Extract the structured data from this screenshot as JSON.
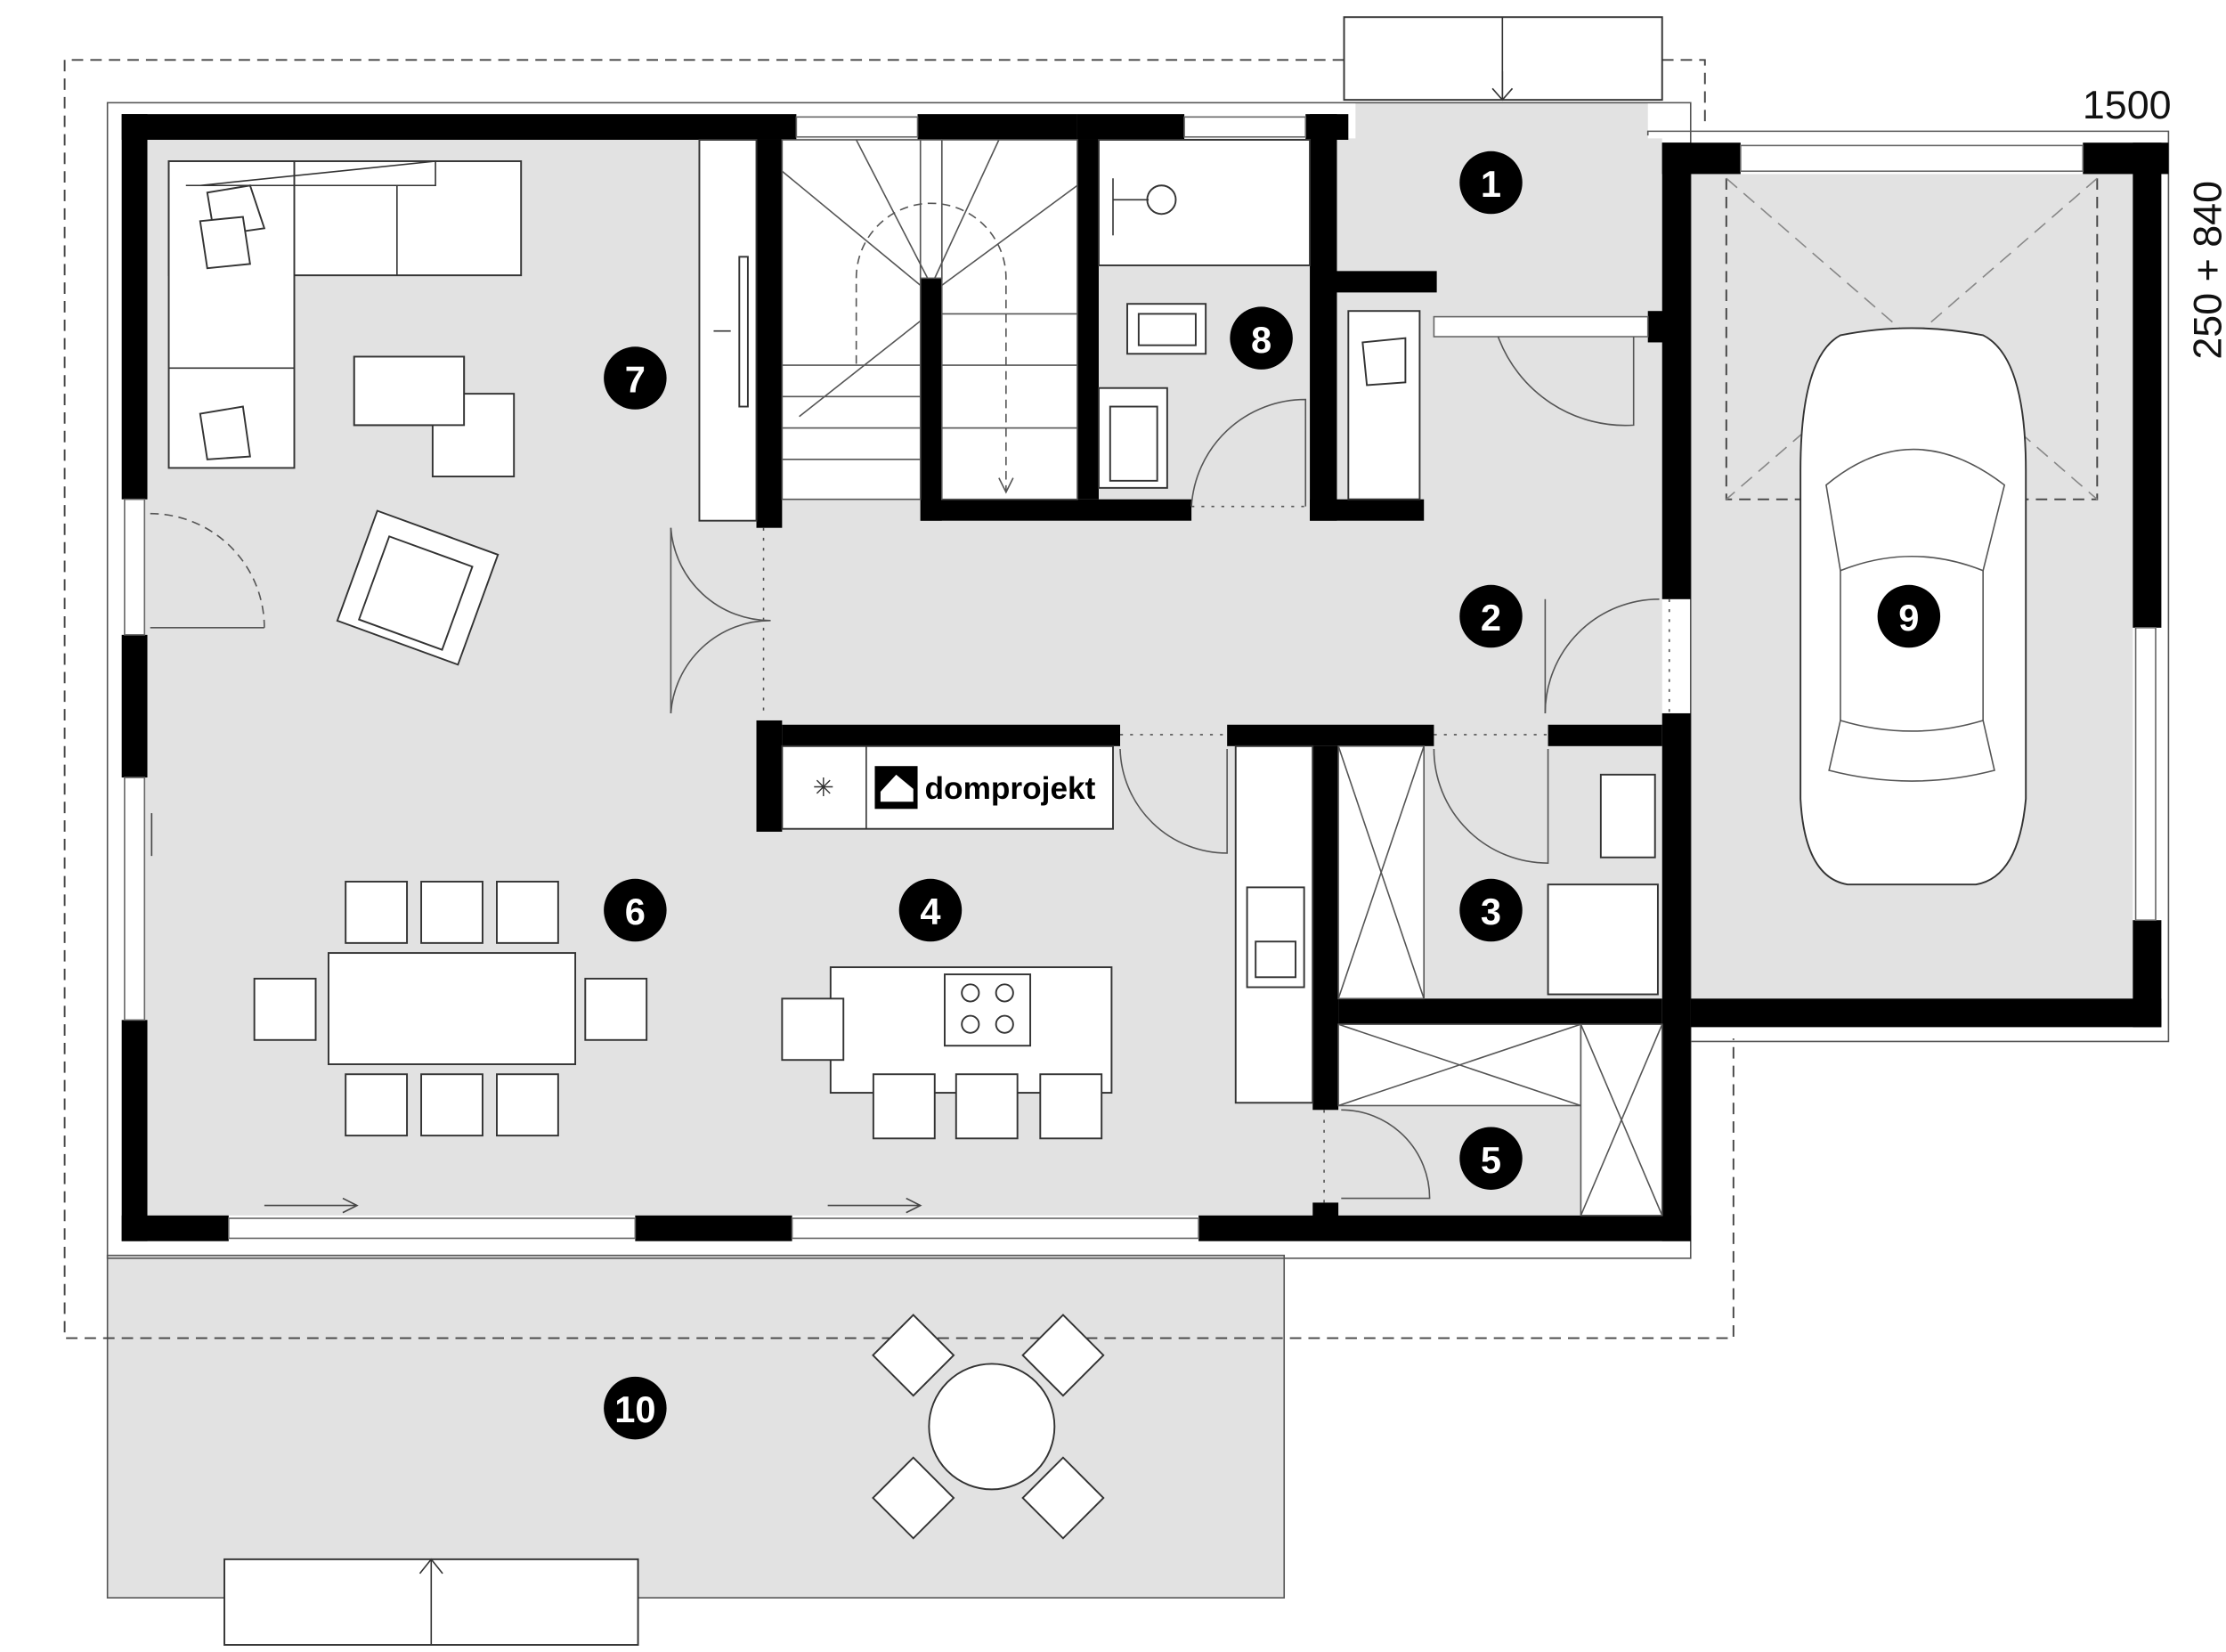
{
  "plan": {
    "dimension_top": "1500",
    "dimension_side": "250 + 840",
    "brand": "domprojekt",
    "brand_small": "domprojekt"
  },
  "rooms": [
    {
      "number": "1"
    },
    {
      "number": "2"
    },
    {
      "number": "3"
    },
    {
      "number": "4"
    },
    {
      "number": "5"
    },
    {
      "number": "6"
    },
    {
      "number": "7"
    },
    {
      "number": "8"
    },
    {
      "number": "9"
    },
    {
      "number": "10"
    }
  ],
  "colors": {
    "wall": "#000000",
    "floor": "#e2e2e2",
    "background": "#ffffff"
  }
}
